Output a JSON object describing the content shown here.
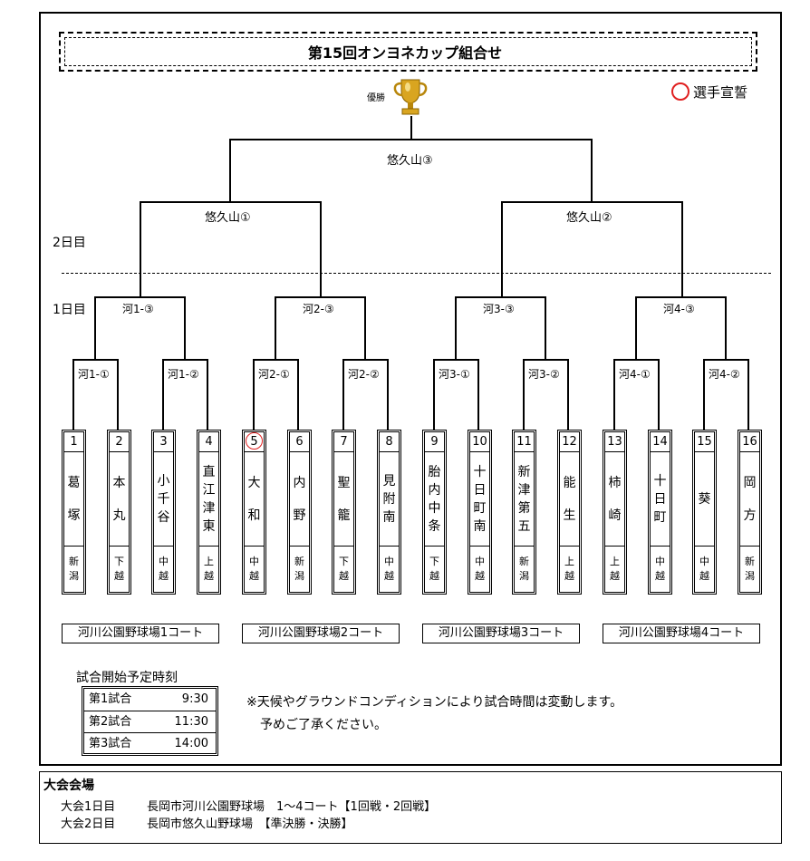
{
  "title": "第15回オンヨネカップ組合せ",
  "trophy_label": "優勝",
  "oath_label": "選手宣誓",
  "final_label": "悠久山③",
  "semis": [
    "悠久山①",
    "悠久山②"
  ],
  "day2": "2日目",
  "day1": "1日目",
  "round2": [
    "河1-③",
    "河2-③",
    "河3-③",
    "河4-③"
  ],
  "round1": [
    "河1-①",
    "河1-②",
    "河2-①",
    "河2-②",
    "河3-①",
    "河3-②",
    "河4-①",
    "河4-②"
  ],
  "teams": [
    {
      "num": "1",
      "name": [
        "葛",
        "塚"
      ],
      "pref": [
        "新",
        "潟"
      ]
    },
    {
      "num": "2",
      "name": [
        "本",
        "丸"
      ],
      "pref": [
        "下",
        "越"
      ]
    },
    {
      "num": "3",
      "name": [
        "小",
        "千",
        "谷"
      ],
      "pref": [
        "中",
        "越"
      ]
    },
    {
      "num": "4",
      "name": [
        "直",
        "江",
        "津",
        "東"
      ],
      "pref": [
        "上",
        "越"
      ]
    },
    {
      "num": "5",
      "name": [
        "大",
        "和"
      ],
      "pref": [
        "中",
        "越"
      ],
      "oath": true
    },
    {
      "num": "6",
      "name": [
        "内",
        "野"
      ],
      "pref": [
        "新",
        "潟"
      ]
    },
    {
      "num": "7",
      "name": [
        "聖",
        "籠"
      ],
      "pref": [
        "下",
        "越"
      ]
    },
    {
      "num": "8",
      "name": [
        "見",
        "附",
        "南"
      ],
      "pref": [
        "中",
        "越"
      ]
    },
    {
      "num": "9",
      "name": [
        "胎",
        "内",
        "中",
        "条"
      ],
      "pref": [
        "下",
        "越"
      ]
    },
    {
      "num": "10",
      "name": [
        "十",
        "日",
        "町",
        "南"
      ],
      "pref": [
        "中",
        "越"
      ]
    },
    {
      "num": "11",
      "name": [
        "新",
        "津",
        "第",
        "五"
      ],
      "pref": [
        "新",
        "潟"
      ]
    },
    {
      "num": "12",
      "name": [
        "能",
        "生"
      ],
      "pref": [
        "上",
        "越"
      ]
    },
    {
      "num": "13",
      "name": [
        "柿",
        "崎"
      ],
      "pref": [
        "上",
        "越"
      ]
    },
    {
      "num": "14",
      "name": [
        "十",
        "日",
        "町"
      ],
      "pref": [
        "中",
        "越"
      ]
    },
    {
      "num": "15",
      "name": [
        "葵"
      ],
      "pref": [
        "中",
        "越"
      ]
    },
    {
      "num": "16",
      "name": [
        "岡",
        "方"
      ],
      "pref": [
        "新",
        "潟"
      ]
    }
  ],
  "courts": [
    "河川公園野球場1コート",
    "河川公園野球場2コート",
    "河川公園野球場3コート",
    "河川公園野球場4コート"
  ],
  "schedule": {
    "title": "試合開始予定時刻",
    "rows": [
      {
        "label": "第1試合",
        "time": "9:30"
      },
      {
        "label": "第2試合",
        "time": "11:30"
      },
      {
        "label": "第3試合",
        "time": "14:00"
      }
    ]
  },
  "note": [
    "※天候やグラウンドコンディションにより試合時間は変動します。",
    "予めご了承ください。"
  ],
  "venue": {
    "heading": "大会会場",
    "lines": [
      {
        "day": "大会1日目",
        "text": "長岡市河川公園野球場　1～4コート【1回戦・2回戦】"
      },
      {
        "day": "大会2日目",
        "text": "長岡市悠久山野球場　【準決勝・決勝】"
      }
    ]
  },
  "colors": {
    "oath_circle": "#e02020",
    "trophy": "#d9a520"
  }
}
